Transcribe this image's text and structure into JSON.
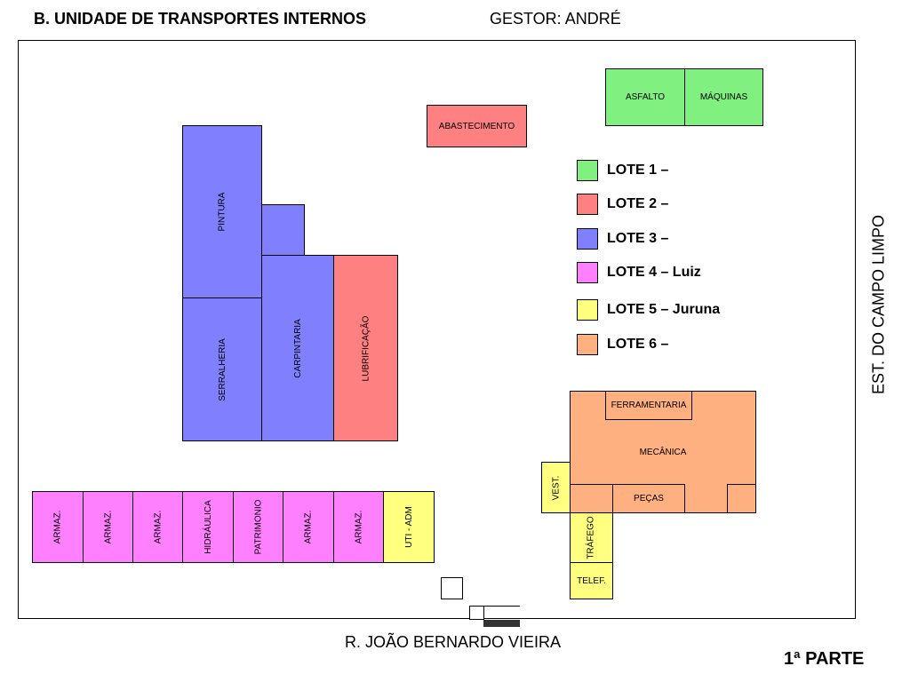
{
  "header": {
    "title": "B. UNIDADE DE TRANSPORTES INTERNOS",
    "manager": "GESTOR: ANDRÉ"
  },
  "side_label": "EST. DO CAMPO LIMPO",
  "street_label": "R. JOÃO BERNARDO VIEIRA",
  "part_label": "1ª PARTE",
  "buildings": {
    "asfalto": "ASFALTO",
    "maquinas": "MÁQUINAS",
    "abastecimento": "ABASTECIMENTO",
    "pintura": "PINTURA",
    "serralheria": "SERRALHERIA",
    "carpintaria": "CARPINTARIA",
    "lubrificacao": "LUBRIFICAÇÃO",
    "ferramentaria": "FERRAMENTARIA",
    "mecanica": "MECÂNICA",
    "pecas": "PEÇAS",
    "vest": "VEST.",
    "trafego": "TRÁFEGO",
    "telef": "TELEF.",
    "armaz": "ARMAZ.",
    "hidraulica": "HIDRÁULICA",
    "patrimonio": "PATRIMONIO",
    "uti_adm": "UTI - ADM"
  },
  "legend": [
    {
      "label": "LOTE 1 –",
      "color": "#80f080"
    },
    {
      "label": "LOTE 2 –",
      "color": "#ff8080"
    },
    {
      "label": "LOTE 3 –",
      "color": "#8080ff"
    },
    {
      "label": "LOTE 4 – Luiz",
      "color": "#ff80ff"
    },
    {
      "label": "LOTE 5 – Juruna",
      "color": "#ffff80"
    },
    {
      "label": "LOTE 6 –",
      "color": "#ffb080"
    }
  ]
}
